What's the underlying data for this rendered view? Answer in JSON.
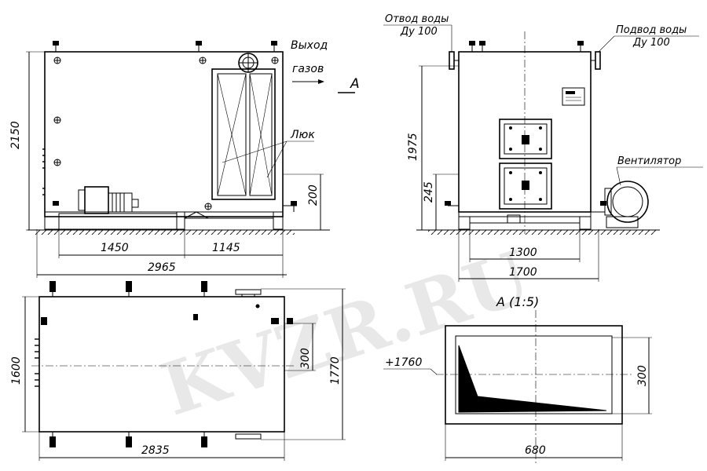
{
  "watermark": "KVZR.RU",
  "dimensions": {
    "front_height": "2150",
    "front_base_height": "200",
    "front_width_1450": "1450",
    "front_width_1145": "1145",
    "front_total_width": "2965",
    "side_height": "1975",
    "side_low_height": "245",
    "side_width_1300": "1300",
    "side_width_1700": "1700",
    "plan_height_1600": "1600",
    "plan_height_1770": "1770",
    "plan_outlet_300": "300",
    "plan_length": "2835",
    "detail_elevation": "+1760",
    "detail_height": "300",
    "detail_width": "680"
  },
  "labels": {
    "gas_outlet_line1": "Выход",
    "gas_outlet_line2": "газов",
    "view_a_mark": "А",
    "hatch": "Люк",
    "water_out_line1": "Отвод воды",
    "water_out_line2": "Ду 100",
    "water_in_line1": "Подвод воды",
    "water_in_line2": "Ду 100",
    "fan": "Вентилятор",
    "detail_title": "А  (1:5)"
  }
}
